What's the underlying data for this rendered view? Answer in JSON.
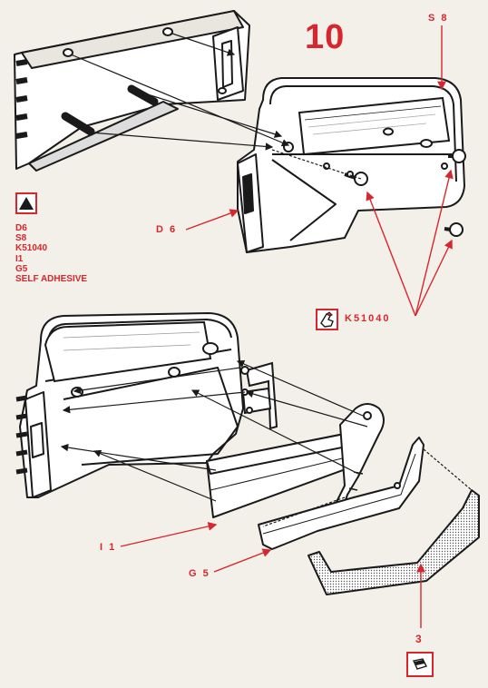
{
  "step": {
    "number": "10"
  },
  "colors": {
    "accent": "#d7262e",
    "ink": "#1a1a1a",
    "paper": "#f3efe9"
  },
  "callouts": {
    "s8": "S 8",
    "d6": "D 6",
    "k51040": "K51040",
    "i1": "I 1",
    "g5": "G 5",
    "part3": "3"
  },
  "parts_list": [
    "D6",
    "S8",
    "K51040",
    "I1",
    "G5",
    "SELF ADHESIVE"
  ],
  "icons": {
    "warning": "warning-triangle-icon",
    "tool": "hand-tool-icon",
    "part3": "adhesive-strip-icon"
  }
}
